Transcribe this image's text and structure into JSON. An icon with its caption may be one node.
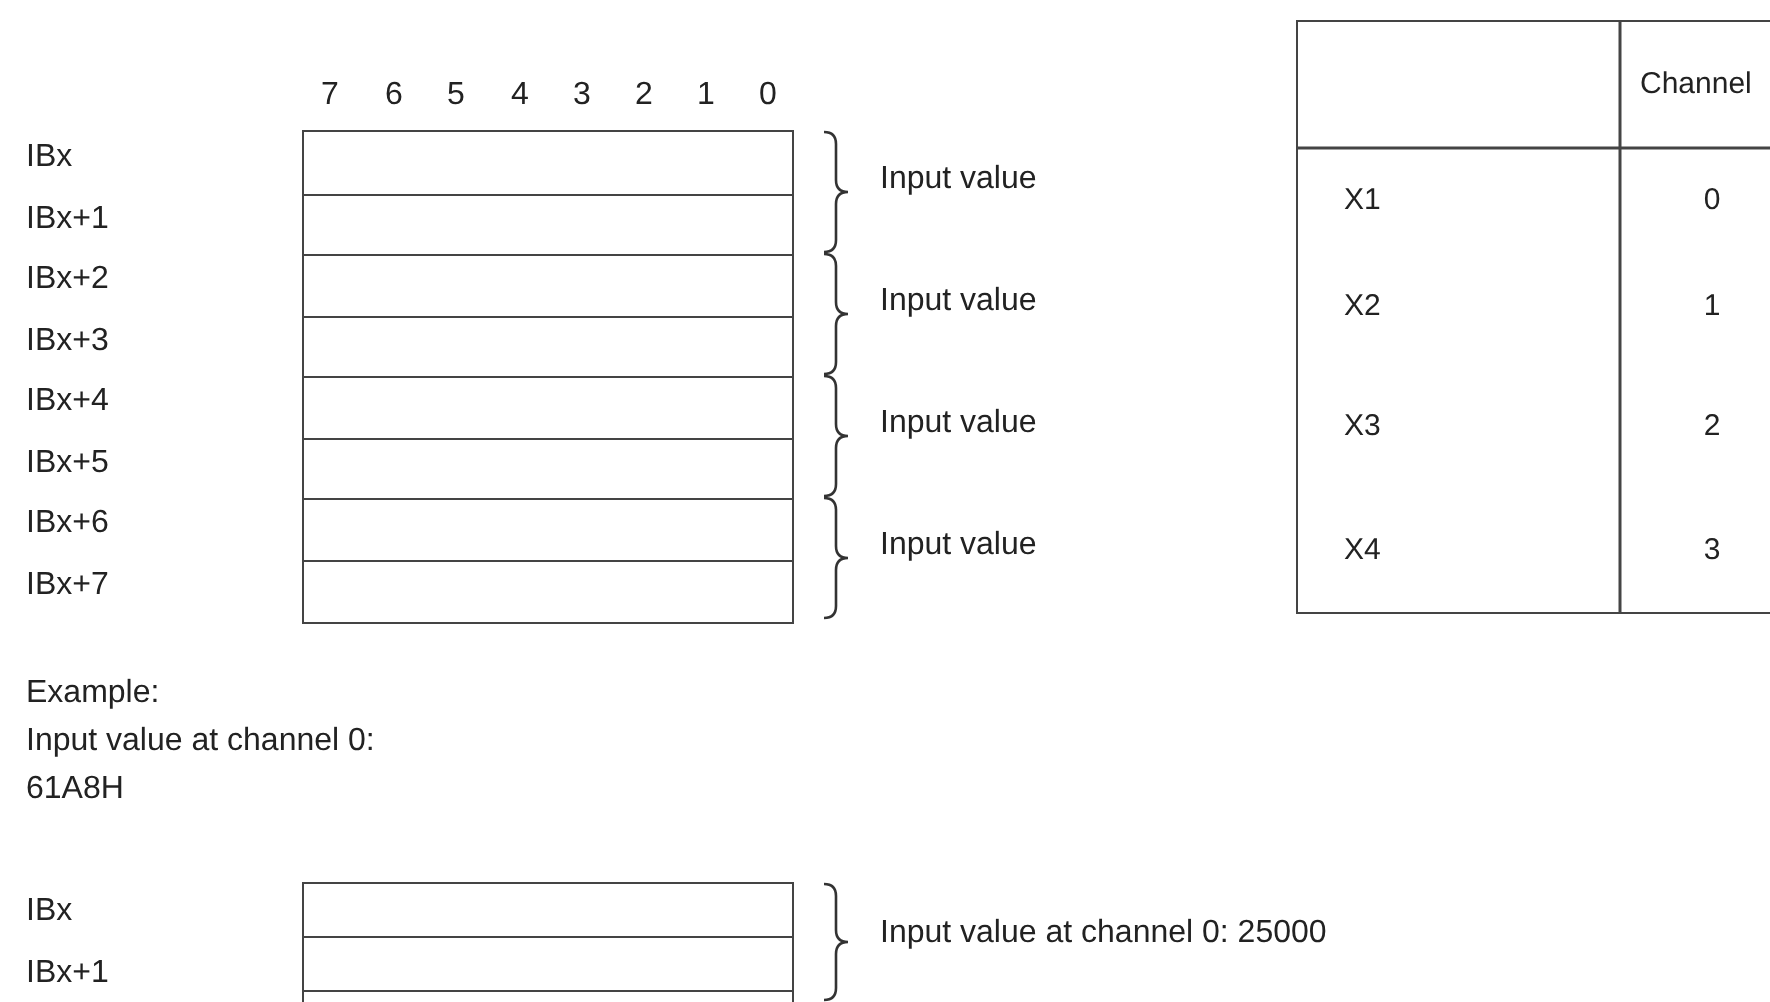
{
  "diagram": {
    "labels": [
      "7",
      "6",
      "5",
      "4",
      "3",
      "2",
      "1",
      "0",
      "IBx",
      "IBx+1",
      "IBx+2",
      "IBx+3",
      "IBx+4",
      "IBx+5",
      "IBx+6",
      "IBx+7",
      "Input value",
      "Input value",
      "Input value",
      "Input value",
      "Channel",
      "X1",
      "0",
      "X2",
      "1",
      "X3",
      "2",
      "X4",
      "3",
      "Example:",
      "Input value at channel 0:",
      "61A8H",
      "IBx",
      "IBx+1",
      "Input value at channel 0: 25000"
    ]
  }
}
